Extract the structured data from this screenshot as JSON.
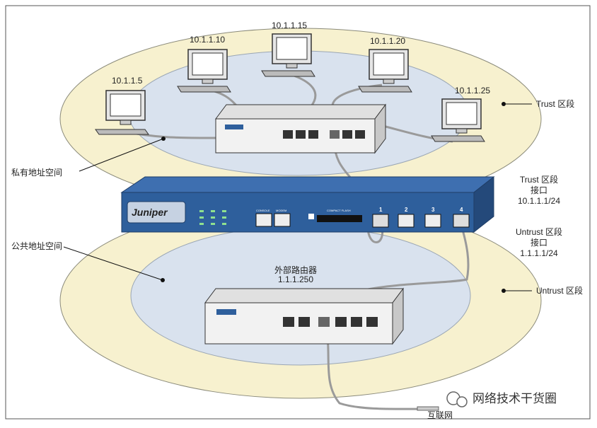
{
  "pcs": [
    {
      "ip": "10.1.1.5"
    },
    {
      "ip": "10.1.1.10"
    },
    {
      "ip": "10.1.1.15"
    },
    {
      "ip": "10.1.1.20"
    },
    {
      "ip": "10.1.1.25"
    }
  ],
  "zones": {
    "trust_zone": "Trust 区段",
    "untrust_zone": "Untrust 区段",
    "private_space": "私有地址空间",
    "public_space": "公共地址空间"
  },
  "interfaces": {
    "trust": {
      "line1": "Trust 区段",
      "line2": "接口",
      "line3": "10.1.1.1/24"
    },
    "untrust": {
      "line1": "Untrust 区段",
      "line2": "接口",
      "line3": "1.1.1.1/24"
    }
  },
  "router": {
    "name": "外部路由器",
    "ip": "1.1.1.250"
  },
  "internet_label": "互联网",
  "firewall": {
    "brand": "Juniper",
    "port_numbers": [
      "1",
      "2",
      "3",
      "4"
    ],
    "console_label": "CONSOLE",
    "modem_label": "MODEM",
    "compact_flash_label": "COMPACT FLASH"
  },
  "watermark": "网络技术干货圈",
  "colors": {
    "outer_ellipse": "#f7f1cf",
    "inner_ellipse": "#d9e2ee",
    "firewall_blue": "#2e5f9c",
    "cable": "#9a9a9a"
  }
}
